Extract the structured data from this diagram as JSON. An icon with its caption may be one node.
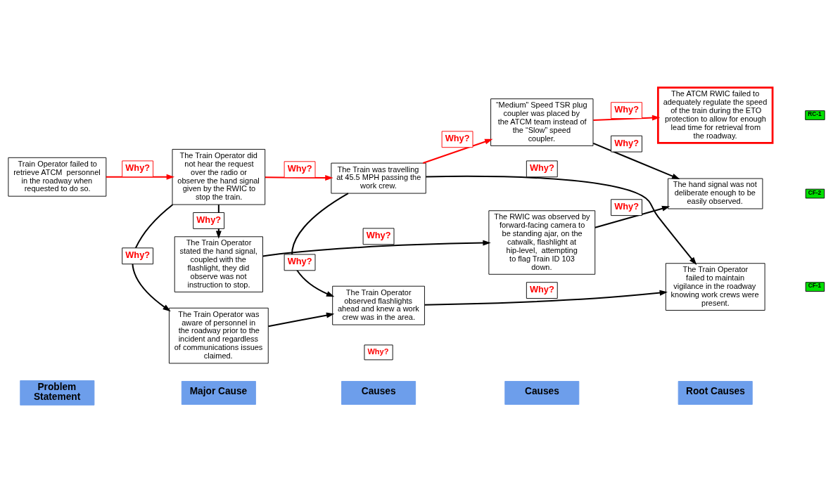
{
  "diagram": {
    "nodes": [
      {
        "text": [
          "Problem Statement"
        ]
      },
      {
        "text": [
          "Major Cause"
        ]
      },
      {
        "text": [
          "Causes"
        ]
      },
      {
        "text": [
          "Causes"
        ]
      },
      {
        "text": [
          "Root Causes"
        ]
      },
      {
        "text": [
          "Train Operator failed to retrieve ATCM  personnel in the roadway when requested to do so."
        ]
      },
      {
        "text": [
          "The Train Operator did not hear the request over the radio or observe the hand signal given by the RWIC to stop the train."
        ]
      },
      {
        "text": [
          "The Train Operator was aware of personnel in the roadway prior to the incident and regardless of communications issues claimed."
        ]
      },
      {
        "text": [
          "The Train Operator stated the hand signal, coupled with the flashlight, they did observe was not instruction to stop."
        ]
      },
      {
        "text": [
          "The Train Operator observed flashlights ahead and knew a work crew was in the area."
        ]
      },
      {
        "text": [
          "The Train was travelling at 45.5 MPH passing the work crew."
        ]
      },
      {
        "text": [
          "“Medium” Speed TSR plug coupler was placed by the ATCM team instead of the “Slow” speed coupler."
        ]
      },
      {
        "text": [
          "The RWIC was observed by forward-facing camera to be standing ajar, on the catwalk, flashlight at hip-level,  attempting to flag Train ID 103 down."
        ]
      },
      {
        "text": [
          "The Train Operator failed to maintain vigilance in the roadway knowing work crews were present."
        ]
      },
      {
        "text": [
          "The ATCM RWIC failed to adequately regulate the speed of the train during the ETO protection to allow for enough lead time for retrieval from the roadway."
        ]
      },
      {
        "text": [
          "The hand signal was not deliberate enough to be easily observed."
        ]
      },
      {
        "text": [
          "CF-1"
        ]
      },
      {
        "text": [
          "RC-1"
        ]
      },
      {
        "text": [
          "CF-2"
        ]
      }
    ],
    "edges": [
      {
        "from": 5,
        "to": 6,
        "arrow": "to",
        "label": "Why?",
        "color": "#ff0000"
      },
      {
        "from": 6,
        "to": 7,
        "arrow": "to",
        "label": "Why?"
      },
      {
        "from": 6,
        "to": 8,
        "arrow": "to",
        "label": "Why?"
      },
      {
        "from": 6,
        "to": 10,
        "arrow": "to",
        "label": "Why?",
        "color": "#ff0000"
      },
      {
        "from": 7,
        "to": 9,
        "arrow": "to"
      },
      {
        "from": 10,
        "to": 9,
        "arrow": "to",
        "label": "Why?"
      },
      {
        "from": 10,
        "to": 13,
        "arrow": "to",
        "label": "Why?"
      },
      {
        "from": 9,
        "to": 13,
        "arrow": "to",
        "label": "Why?"
      },
      {
        "from": 10,
        "to": 11,
        "arrow": "to",
        "label": "Why?",
        "color": "#ff0000"
      },
      {
        "from": 11,
        "to": 14,
        "arrow": "to",
        "label": "Why?",
        "color": "#ff0000"
      },
      {
        "from": 11,
        "to": 15,
        "arrow": "to",
        "label": "Why?"
      },
      {
        "from": 8,
        "to": 12,
        "arrow": "to",
        "label": "Why?"
      },
      {
        "from": 12,
        "to": 15,
        "arrow": "to",
        "label": "Why?"
      }
    ],
    "labels": [
      "Why?"
    ]
  }
}
